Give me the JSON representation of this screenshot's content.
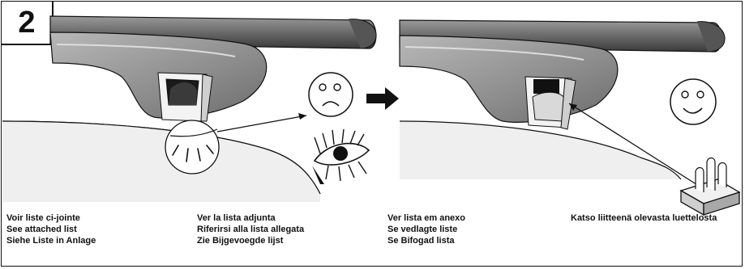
{
  "step_number": "2",
  "captions": {
    "col1": [
      "Voir liste ci-jointe",
      "See attached list",
      "Siehe Liste in Anlage"
    ],
    "col2": [
      "Ver la lista adjunta",
      "Riferirsi alla lista allegata",
      "Zie Bijgevoegde lijst"
    ],
    "col3": [
      "Ver lista em anexo",
      "Se vedlagte liste",
      "Se Bifogad lista"
    ],
    "col4": [
      "Katso liitteenä olevasta luettelosta"
    ]
  },
  "icons": {
    "sad_face": "sad-face-icon",
    "happy_face": "happy-face-icon",
    "eye": "eye-icon",
    "arrow": "right-arrow-icon",
    "adapter_part": "adapter-part-icon"
  },
  "colors": {
    "ink": "#111111",
    "shade_dark": "#6e6e6e",
    "shade_mid": "#9a9a9a",
    "shade_light": "#d4d4d4"
  }
}
